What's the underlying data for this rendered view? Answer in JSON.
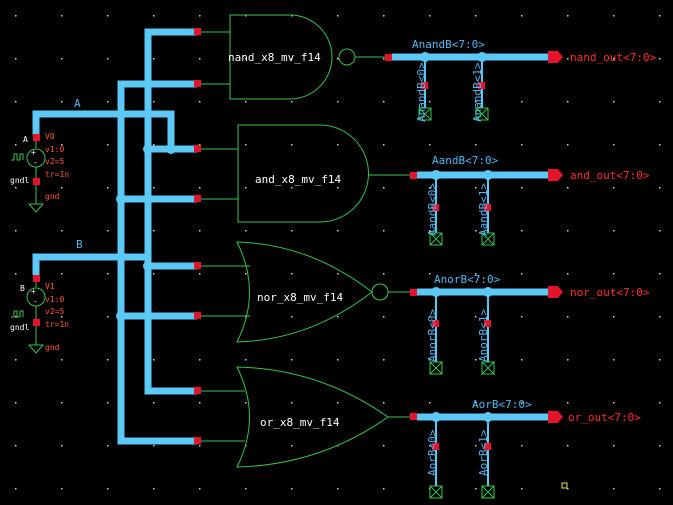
{
  "gates": {
    "nand": "nand_x8_mv_f14",
    "and": "and_x8_mv_f14",
    "nor": "nor_x8_mv_f14",
    "or": "or_x8_mv_f14"
  },
  "nets": {
    "a": "A",
    "b": "B",
    "nand_bus": "AnandB<7:0>",
    "and_bus": "AandB<7:0>",
    "nor_bus": "AnorB<7:0>",
    "or_bus": "AorB<7:0>",
    "nand_tap0": "AnandB<0>",
    "nand_tap1": "AnandB<1>",
    "and_tap0": "AandB<0>",
    "and_tap1": "AandB<1>",
    "nor_tap0": "AnorB<0>",
    "nor_tap1": "AnorB<1>",
    "or_tap0": "AorB<0>",
    "or_tap1": "AorB<1>"
  },
  "outputs": {
    "nand": "nand_out<7:0>",
    "and": "and_out<7:0>",
    "nor": "nor_out<7:0>",
    "or": "or_out<7:0>"
  },
  "sources": {
    "v0": {
      "name": "V0",
      "pin": "A",
      "v1": "v1:0",
      "v2": "v2=5",
      "tr": "tr=1n",
      "gndlabel": "gndl",
      "gnd": "gnd"
    },
    "v1": {
      "name": "V1",
      "pin": "B",
      "v1": "v1:0",
      "v2": "v2=5",
      "tr": "tr=1n",
      "gndlabel": "gndl",
      "gnd": "gnd"
    }
  },
  "colors": {
    "background": "#000000",
    "wire": "#5cc8f5",
    "pin": "#e3142c",
    "gate": "#35c44a",
    "output_label": "#ff2a2a"
  }
}
